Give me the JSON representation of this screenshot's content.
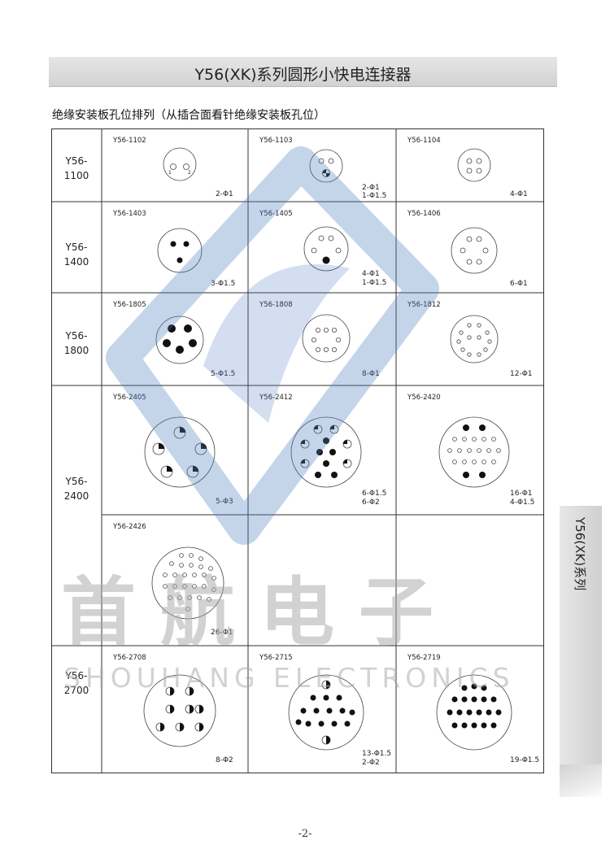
{
  "header": {
    "title": "Y56(XK)系列圆形小快电连接器"
  },
  "subtitle": "绝缘安装板孔位排列（从插合面看针绝缘安装板孔位）",
  "watermark": {
    "cn": "首航电子",
    "en": "SHOUHANG ELECTRONICS"
  },
  "side_tab": {
    "text": "Y56(XK)系列"
  },
  "page_number": "-2-",
  "rows": [
    {
      "label_line1": "Y56-",
      "label_line2": "1100"
    },
    {
      "label_line1": "Y56-",
      "label_line2": "1400"
    },
    {
      "label_line1": "Y56-",
      "label_line2": "1800"
    },
    {
      "label_line1": "Y56-",
      "label_line2": "2400"
    },
    {
      "label_line1": "Y56-",
      "label_line2": "2700"
    }
  ],
  "cells": {
    "c1102": {
      "model": "Y56-1102",
      "spec1": "2-Φ1",
      "spec2": ""
    },
    "c1103": {
      "model": "Y56-1103",
      "spec1": "2-Φ1",
      "spec2": "1-Φ1.5"
    },
    "c1104": {
      "model": "Y56-1104",
      "spec1": "4-Φ1",
      "spec2": ""
    },
    "c1403": {
      "model": "Y56-1403",
      "spec1": "3-Φ1.5",
      "spec2": ""
    },
    "c1405": {
      "model": "Y56-1405",
      "spec1": "4-Φ1",
      "spec2": "1-Φ1.5"
    },
    "c1406": {
      "model": "Y56-1406",
      "spec1": "6-Φ1",
      "spec2": ""
    },
    "c1805": {
      "model": "Y56-1805",
      "spec1": "5-Φ1.5",
      "spec2": ""
    },
    "c1808": {
      "model": "Y56-1808",
      "spec1": "8-Φ1",
      "spec2": ""
    },
    "c1812": {
      "model": "Y56-1812",
      "spec1": "12-Φ1",
      "spec2": ""
    },
    "c2405": {
      "model": "Y56-2405",
      "spec1": "5-Φ3",
      "spec2": ""
    },
    "c2412": {
      "model": "Y56-2412",
      "spec1": "6-Φ1.5",
      "spec2": "6-Φ2"
    },
    "c2420": {
      "model": "Y56-2420",
      "spec1": "16-Φ1",
      "spec2": "4-Φ1.5"
    },
    "c2426": {
      "model": "Y56-2426",
      "spec1": "26-Φ1",
      "spec2": ""
    },
    "c2708": {
      "model": "Y56-2708",
      "spec1": "8-Φ2",
      "spec2": ""
    },
    "c2715": {
      "model": "Y56-2715",
      "spec1": "13-Φ1.5",
      "spec2": "2-Φ2"
    },
    "c2719": {
      "model": "Y56-2719",
      "spec1": "19-Φ1.5",
      "spec2": ""
    }
  },
  "colors": {
    "title_bar": "#d9d9d9",
    "watermark_blue": "#4d7fc0",
    "watermark_gray": "#a7a7a7",
    "grid_line": "#333333"
  }
}
